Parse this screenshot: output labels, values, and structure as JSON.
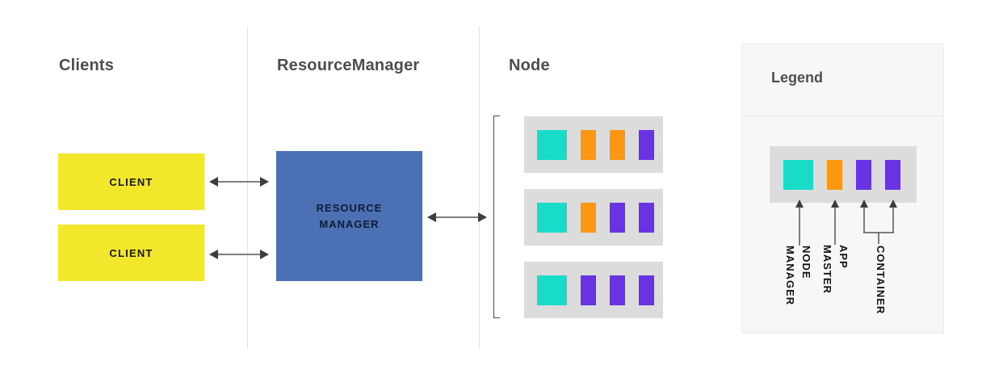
{
  "colors": {
    "node_manager": "#19dcc8",
    "app_master": "#fb9712",
    "container": "#6733e3",
    "client_yellow": "#f2e72a",
    "rm_blue": "#4b70b4",
    "chip_bg": "#dcdcdc",
    "panel_bg": "#f7f7f7",
    "divider_gray": "#e1e1e1",
    "arrow_dark": "#3d3d3d",
    "arrow_shaft": "#7d7d7d",
    "heading_gray": "#4d4d4d"
  },
  "sections": {
    "clients": {
      "heading": "Clients",
      "boxes": [
        "CLIENT",
        "CLIENT"
      ]
    },
    "resource_manager": {
      "heading": "ResourceManager",
      "box_lines": [
        "RESOURCE",
        "MANAGER"
      ]
    },
    "node": {
      "heading": "Node",
      "rows": [
        {
          "blocks": [
            "node-manager",
            "app-master",
            "app-master",
            "container"
          ]
        },
        {
          "blocks": [
            "node-manager",
            "app-master",
            "container",
            "container"
          ]
        },
        {
          "blocks": [
            "node-manager",
            "container",
            "container",
            "container"
          ]
        }
      ]
    },
    "legend": {
      "heading": "Legend",
      "chips": [
        "node-manager",
        "app-master",
        "container",
        "container"
      ],
      "labels": [
        {
          "role": "node-manager",
          "lines": [
            "NODE",
            "MANAGER"
          ]
        },
        {
          "role": "app-master",
          "lines": [
            "APP",
            "MASTER"
          ]
        },
        {
          "role": "container",
          "lines": [
            "CONTAINER"
          ]
        }
      ]
    }
  }
}
